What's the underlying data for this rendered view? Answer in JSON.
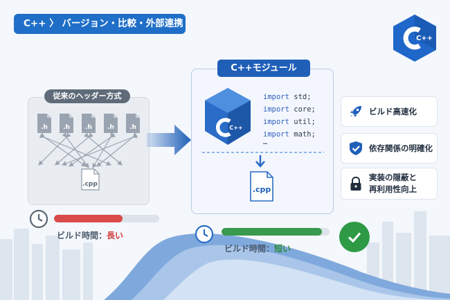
{
  "header": {
    "breadcrumb": "C++ 〉 バージョン・比較・外部連携"
  },
  "logo": {
    "text": "C++",
    "icon": "cpp-hexagon-logo"
  },
  "legacy": {
    "title": "従来のヘッダー方式",
    "headers": [
      ".h",
      ".h",
      ".h",
      ".h",
      ".h"
    ],
    "source": ".cpp",
    "build_label": "ビルド時間：",
    "build_value": "長い",
    "build_fraction": 0.65,
    "bar_color": "#d94a4a"
  },
  "modules": {
    "title": "C++モジュール",
    "cube_text": "C++",
    "imports": [
      {
        "keyword": "import",
        "name": "std;"
      },
      {
        "keyword": "import",
        "name": "core;"
      },
      {
        "keyword": "import",
        "name": "util;"
      },
      {
        "keyword": "import",
        "name": "math;"
      }
    ],
    "ellipsis": "…",
    "source": ".cpp",
    "build_label": "ビルド時間：",
    "build_value": "短い",
    "build_fraction": 0.93,
    "bar_color": "#3a9a4e"
  },
  "features": [
    {
      "icon": "rocket-icon",
      "label": "ビルド高速化"
    },
    {
      "icon": "shield-check-icon",
      "label": "依存関係の明確化"
    },
    {
      "icon": "lock-icon",
      "label_line1": "実装の隠蔽と",
      "label_line2": "再利用性向上"
    }
  ],
  "colors": {
    "brand": "#1f6fc8",
    "red": "#d23d3d",
    "green": "#2d8a3a"
  }
}
